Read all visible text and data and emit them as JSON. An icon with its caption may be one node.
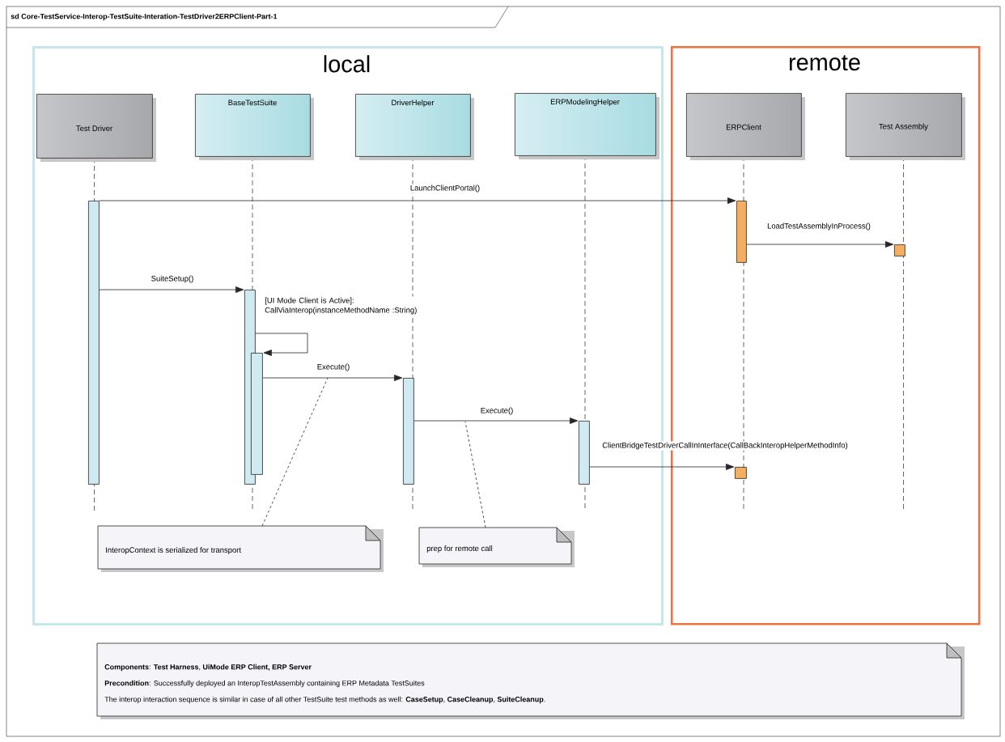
{
  "diagram": {
    "title": "sd Core-TestService-Interop-TestSuite-Interation-TestDriver2ERPClient-Part-1",
    "nodes": [
      {
        "text": [
          "local"
        ]
      },
      {
        "text": [
          "Test Driver"
        ],
        "in": 0
      },
      {
        "text": [
          "BaseTestSuite"
        ],
        "in": 0
      },
      {
        "text": [
          "DriverHelper"
        ],
        "in": 0
      },
      {
        "text": [
          "ERPModelingHelper"
        ],
        "in": 0
      },
      {
        "text": [
          "remote"
        ]
      },
      {
        "text": [
          "ERPClient"
        ],
        "in": 5
      },
      {
        "text": [
          "Test Assembly"
        ],
        "in": 5
      },
      {
        "text": [],
        "shape": "bar",
        "in": 0
      },
      {
        "text": [],
        "shape": "bar",
        "in": 5
      },
      {
        "text": [],
        "shape": "bar",
        "in": 5
      },
      {
        "text": [],
        "shape": "bar",
        "in": 0
      },
      {
        "text": [],
        "shape": "bar",
        "in": 0
      },
      {
        "text": [],
        "shape": "bar",
        "in": 0
      },
      {
        "text": [],
        "shape": "bar",
        "in": 0
      },
      {
        "text": [],
        "shape": "bar",
        "in": 5
      },
      {
        "text": [
          "InteropContext is serialized for transport"
        ],
        "in": 0
      },
      {
        "text": [
          "prep for remote call"
        ],
        "in": 0
      },
      {
        "text": [
          "**Components**: **Test Harness**, **UiMode ERP Client, ERP Server**",
          "**Precondition**: Successfully deployed an InteropTestAssembly containing ERP Metadata TestSuites",
          "The interop interaction sequence is similar in case of all other TestSuite test methods as well: **CaseSetup**, **CaseCleanup**, **SuiteCleanup**."
        ]
      }
    ],
    "edges": [
      {
        "from": 8,
        "to": 9,
        "arrow": "to",
        "label": "LaunchClientPortal()"
      },
      {
        "from": 9,
        "to": 10,
        "arrow": "to",
        "label": "LoadTestAssemblyInProcess()"
      },
      {
        "from": 8,
        "to": 11,
        "arrow": "to",
        "label": "SuiteSetup()"
      },
      {
        "from": 11,
        "to": 12,
        "arrow": "to",
        "label": "[UI Mode Client is Active]: CallViaInterop(instanceMethodName :String)"
      },
      {
        "from": 12,
        "to": 13,
        "arrow": "to",
        "label": "Execute()"
      },
      {
        "from": 13,
        "to": 14,
        "arrow": "to",
        "label": "Execute()"
      },
      {
        "from": 14,
        "to": 15,
        "arrow": "to",
        "label": "ClientBridgeTestDriverCallInInterface(CallBackInteropHelperMethodInfo)"
      },
      {
        "from": 16,
        "to": null,
        "arrow": "none",
        "style": "dashed"
      },
      {
        "from": 17,
        "to": null,
        "arrow": "none",
        "style": "dashed"
      }
    ]
  }
}
